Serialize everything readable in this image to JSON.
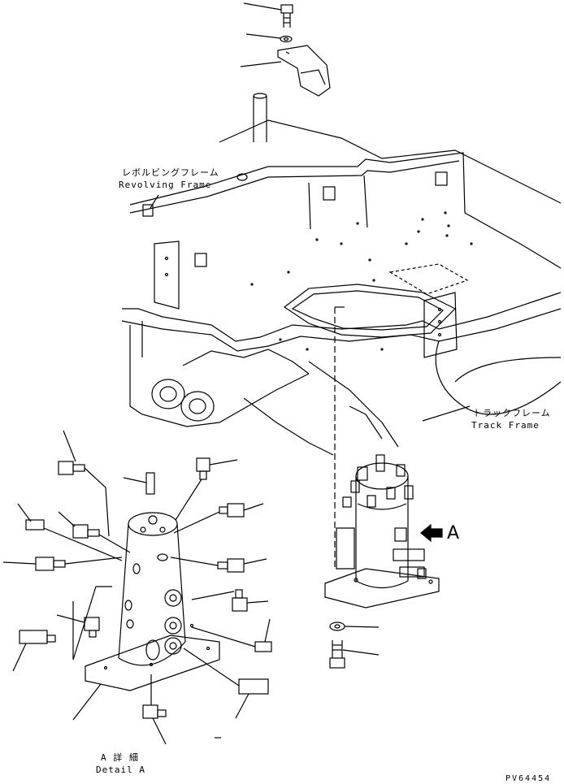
{
  "labels": {
    "revolving_frame_jp": "レボルビングフレーム",
    "revolving_frame_en": "Revolving Frame",
    "track_frame_jp": "トラックフレーム",
    "track_frame_en": "Track Frame",
    "view_arrow_letter": "A",
    "detail_jp": "A 詳 細",
    "detail_en": "Detail A",
    "drawing_code": "PV64454"
  }
}
